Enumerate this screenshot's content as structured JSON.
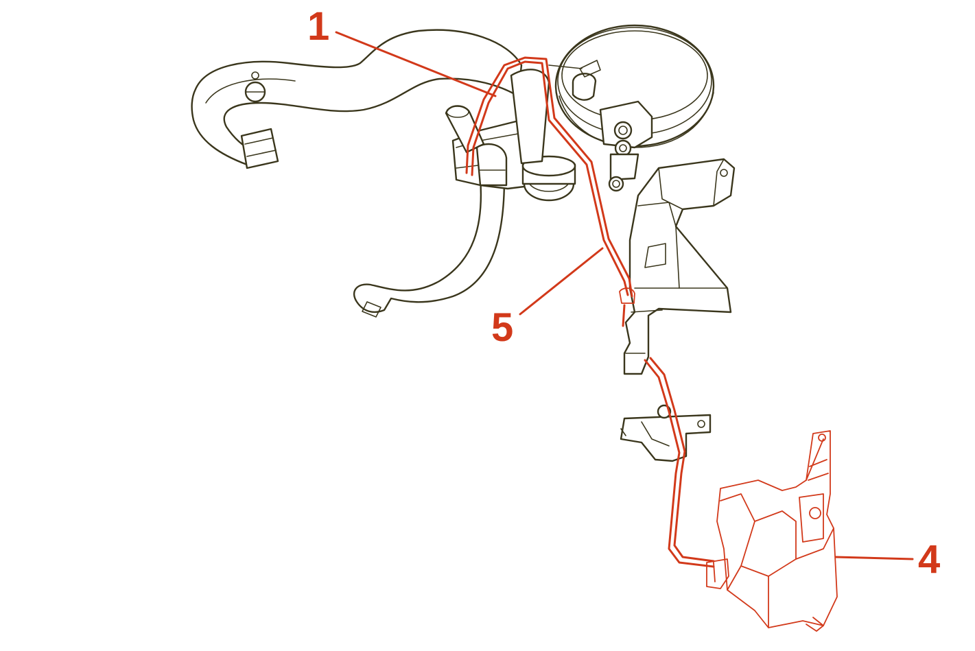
{
  "callouts": {
    "c1": "1",
    "c4": "4",
    "c5": "5"
  },
  "colors": {
    "line_art": "#3a361c",
    "highlight": "#d2391a",
    "background": "#ffffff"
  }
}
